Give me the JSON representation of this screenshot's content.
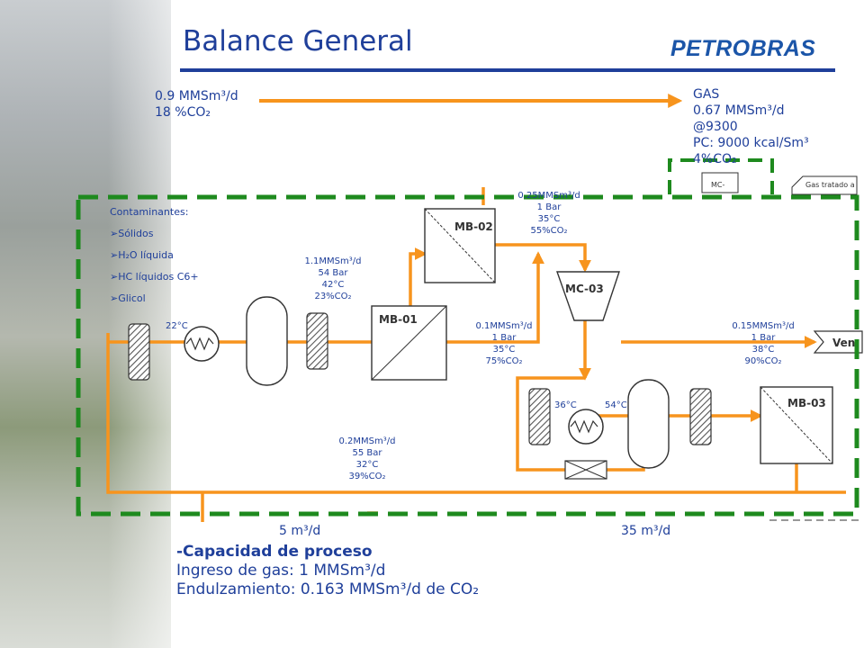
{
  "title": "Balance General",
  "logo_text": "PETROBRAS",
  "feed": {
    "line1": "0.9 MMSm³/d",
    "line2": "18 %CO₂"
  },
  "gas": {
    "l1": "GAS",
    "l2": "0.67 MMSm³/d",
    "l3": "@9300",
    "l4": "PC: 9000 kcal/Sm³",
    "l5": "4%CO₂"
  },
  "cont": {
    "heading": "Contaminantes:",
    "items": [
      "Sólidos",
      "H₂O líquida",
      "HC líquidos C6+",
      "Glicol"
    ]
  },
  "streams": {
    "s1": [
      "0.25MMSm³/d",
      "1 Bar",
      "35°C",
      "55%CO₂"
    ],
    "s2": [
      "1.1MMSm³/d",
      "54 Bar",
      "42°C",
      "23%CO₂"
    ],
    "s3": [
      "0.1MMSm³/d",
      "1 Bar",
      "35°C",
      "75%CO₂"
    ],
    "s4": [
      "0.15MMSm³/d",
      "1 Bar",
      "38°C",
      "90%CO₂"
    ],
    "s5": [
      "0.2MMSm³/d",
      "55 Bar",
      "32°C",
      "39%CO₂"
    ]
  },
  "temps": {
    "t1": "22°C",
    "t2": "36°C",
    "t3": "54°C"
  },
  "units": {
    "mb01": "MB-01",
    "mb02": "MB-02",
    "mb03": "MB-03",
    "mc03": "MC-03",
    "mc": "MC-",
    "ven": "Ven"
  },
  "gas_tratado": "Gas tratado a",
  "partial": {
    "p1": "5 m³/d",
    "p2": "35 m³/d"
  },
  "capacity": {
    "heading": "-Capacidad de proceso",
    "l1": "Ingreso de gas: 1 MMSm³/d",
    "l2": "Endulzamiento: 0.163 MMSm³/d de CO₂"
  },
  "colors": {
    "accent_blue": "#1f3f9a",
    "flow_orange": "#f7941d",
    "dash_green": "#1e8a1e",
    "brand_blue": "#1b55a8"
  }
}
